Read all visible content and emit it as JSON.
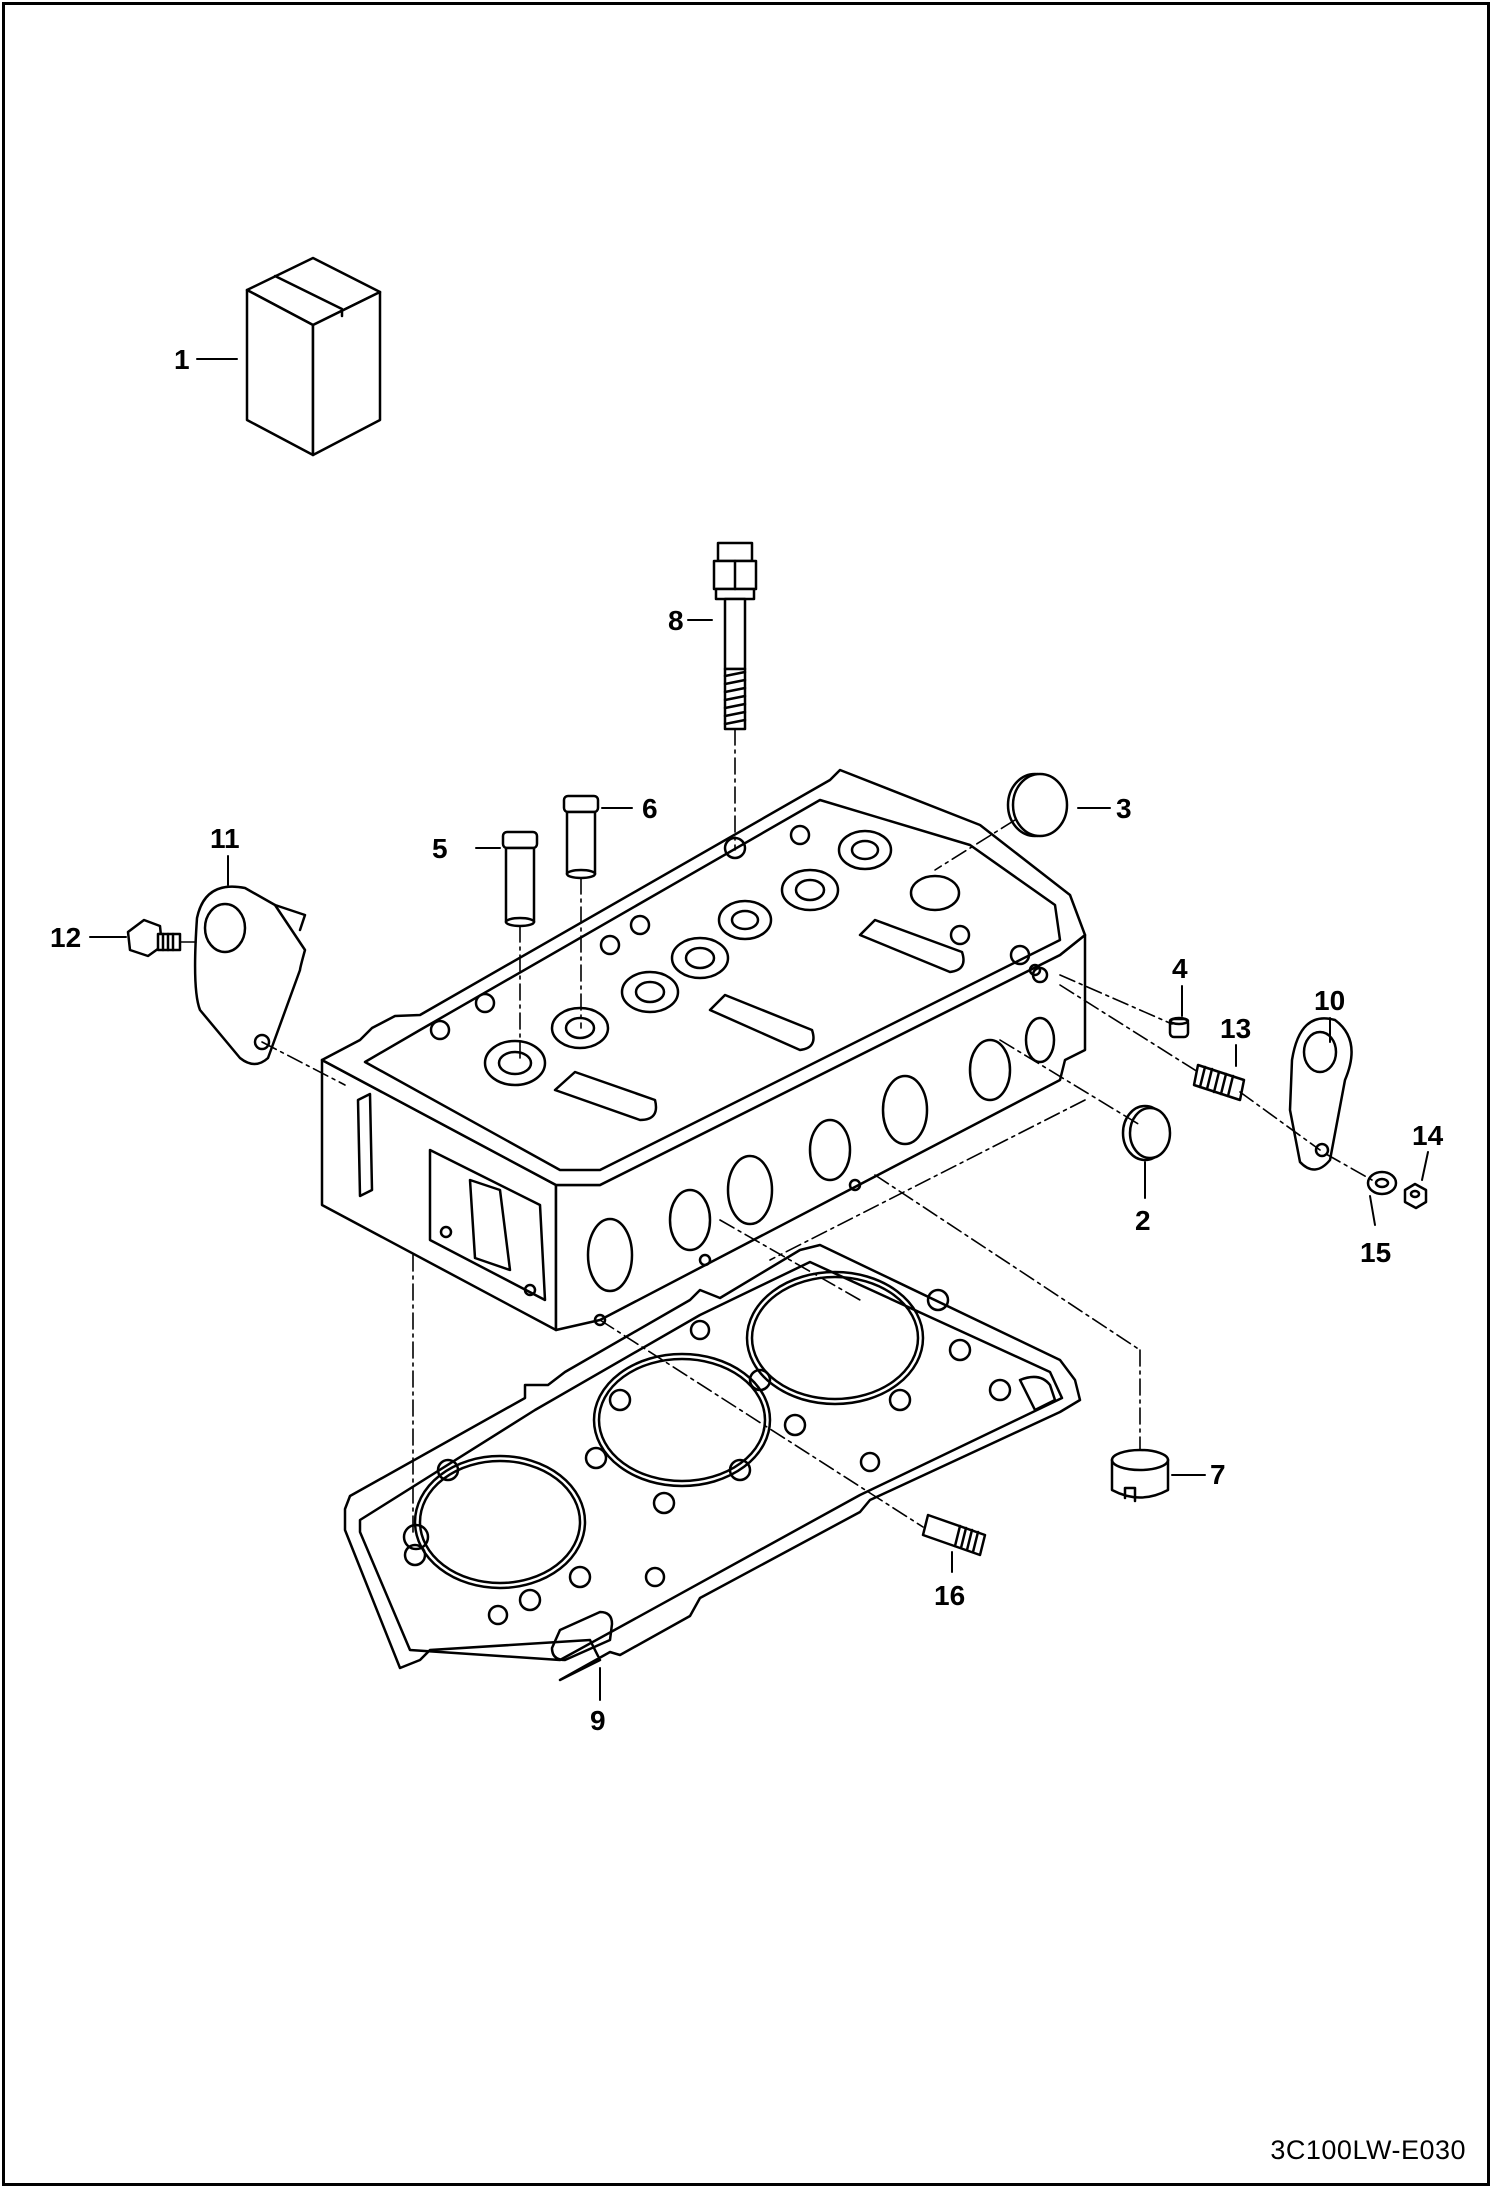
{
  "diagram": {
    "figure_code": "3C100LW-E030",
    "callouts": [
      {
        "id": "callout-1",
        "label": "1"
      },
      {
        "id": "callout-2",
        "label": "2"
      },
      {
        "id": "callout-3",
        "label": "3"
      },
      {
        "id": "callout-4",
        "label": "4"
      },
      {
        "id": "callout-5",
        "label": "5"
      },
      {
        "id": "callout-6",
        "label": "6"
      },
      {
        "id": "callout-7",
        "label": "7"
      },
      {
        "id": "callout-8",
        "label": "8"
      },
      {
        "id": "callout-9",
        "label": "9"
      },
      {
        "id": "callout-10",
        "label": "10"
      },
      {
        "id": "callout-11",
        "label": "11"
      },
      {
        "id": "callout-12",
        "label": "12"
      },
      {
        "id": "callout-13",
        "label": "13"
      },
      {
        "id": "callout-14",
        "label": "14"
      },
      {
        "id": "callout-15",
        "label": "15"
      },
      {
        "id": "callout-16",
        "label": "16"
      }
    ]
  }
}
